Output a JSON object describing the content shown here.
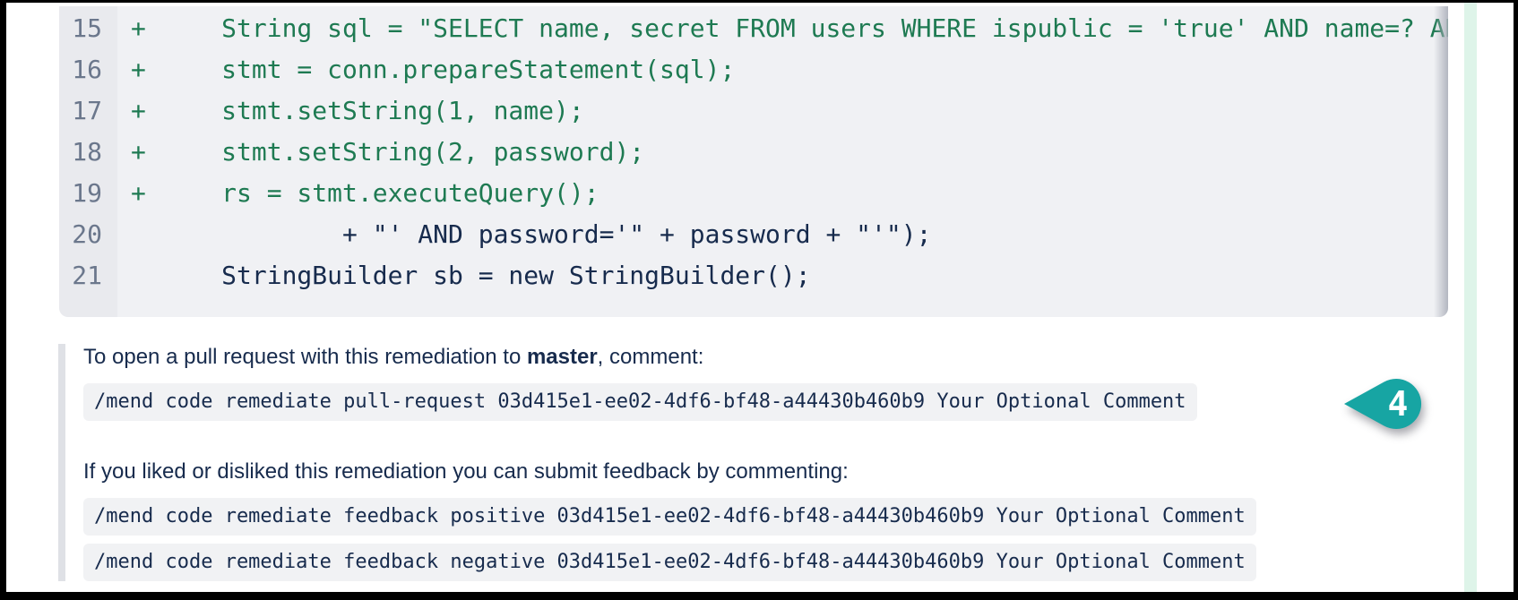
{
  "diff": {
    "lines": [
      {
        "number": "15",
        "type": "added",
        "content": "+     String sql = \"SELECT name, secret FROM users WHERE ispublic = 'true' AND name=? AND"
      },
      {
        "number": "16",
        "type": "added",
        "content": "+     stmt = conn.prepareStatement(sql);"
      },
      {
        "number": "17",
        "type": "added",
        "content": "+     stmt.setString(1, name);"
      },
      {
        "number": "18",
        "type": "added",
        "content": "+     stmt.setString(2, password);"
      },
      {
        "number": "19",
        "type": "added",
        "content": "+     rs = stmt.executeQuery();"
      },
      {
        "number": "20",
        "type": "context",
        "content": "              + \"' AND password='\" + password + \"'\");"
      },
      {
        "number": "21",
        "type": "context",
        "content": "      StringBuilder sb = new StringBuilder();"
      }
    ]
  },
  "comment": {
    "pr_intro_prefix": "To open a pull request with this remediation to ",
    "branch_name": "master",
    "pr_intro_suffix": ", comment:",
    "pr_command": "/mend code remediate pull-request 03d415e1-ee02-4df6-bf48-a44430b460b9 Your Optional Comment",
    "feedback_intro": "If you liked or disliked this remediation you can submit feedback by commenting:",
    "feedback_positive_command": "/mend code remediate feedback positive 03d415e1-ee02-4df6-bf48-a44430b460b9 Your Optional Comment",
    "feedback_negative_command": "/mend code remediate feedback negative 03d415e1-ee02-4df6-bf48-a44430b460b9 Your Optional Comment"
  },
  "annotation": {
    "badge_label": "4",
    "badge_color": "#17a5a3"
  },
  "colors": {
    "added_text": "#1e7a52",
    "context_text": "#172b4d",
    "line_number": "#6b778c",
    "code_block_bg": "#f0f1f4",
    "gutter_bg": "#e9eaee",
    "inline_code_bg": "#f1f2f4",
    "quote_bar": "#dfe1e6",
    "mint_strip": "#def4e9",
    "badge_teal": "#17a5a3"
  }
}
